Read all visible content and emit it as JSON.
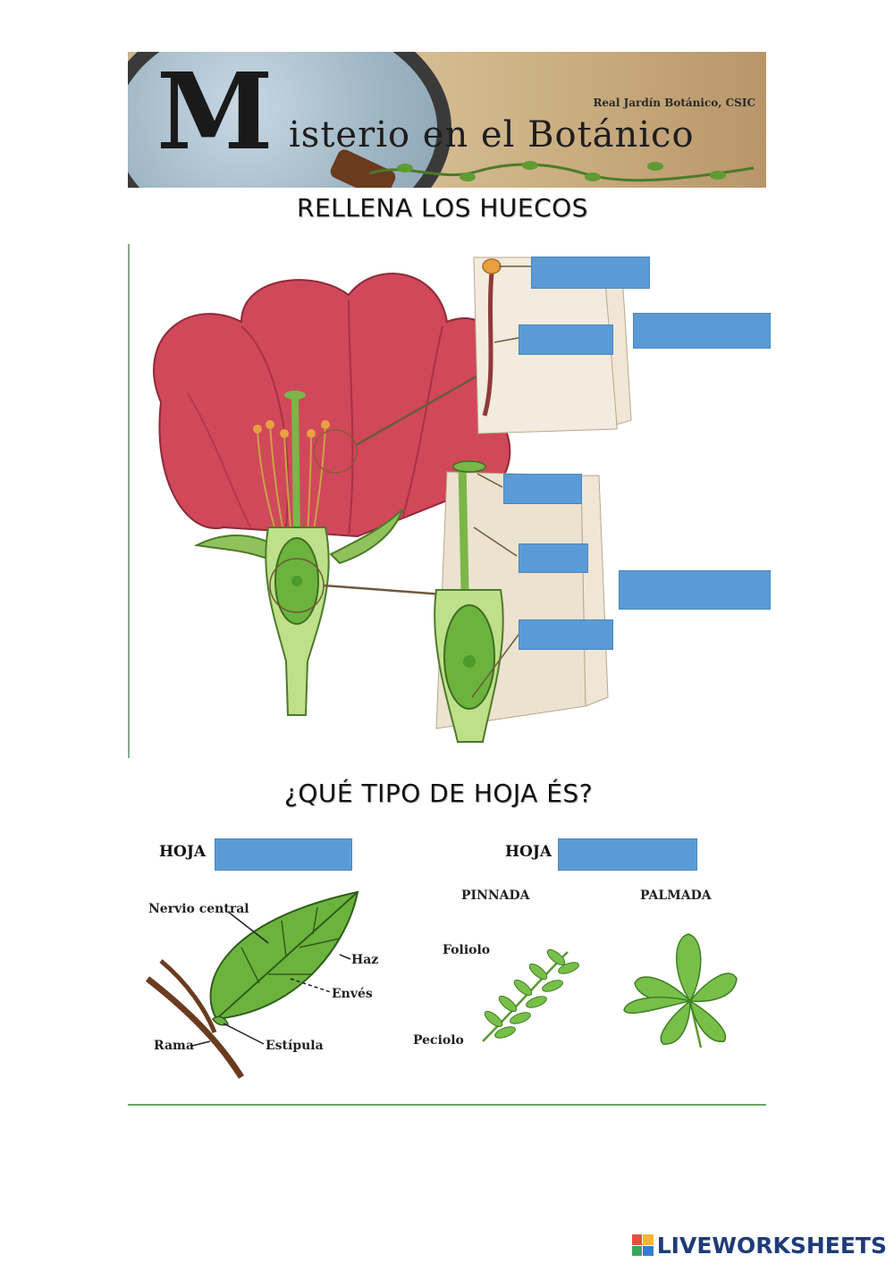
{
  "banner": {
    "initial": "M",
    "title": "isterio en el Botánico",
    "subtitle": "Real Jardín Botánico, CSIC"
  },
  "section1": {
    "heading": "RELLENA LOS HUECOS"
  },
  "section2": {
    "heading": "¿QUÉ TIPO DE HOJA ÉS?"
  },
  "leaf_types": {
    "hoja_left": "HOJA",
    "hoja_right": "HOJA",
    "pinnada": "PINNADA",
    "palmada": "PALMADA"
  },
  "leaf_parts": {
    "nervio_central": "Nervio central",
    "haz": "Haz",
    "enves": "Envés",
    "rama": "Rama",
    "estipula": "Estípula",
    "foliolo": "Foliolo",
    "peciolo": "Peciolo"
  },
  "footer": {
    "brand": "LIVEWORKSHEETS"
  },
  "colors": {
    "blank_fill": "#5b9bd5",
    "petal": "#d0485a",
    "leaf_green": "#6cb33e",
    "brand_blue": "#1f3b7a"
  }
}
